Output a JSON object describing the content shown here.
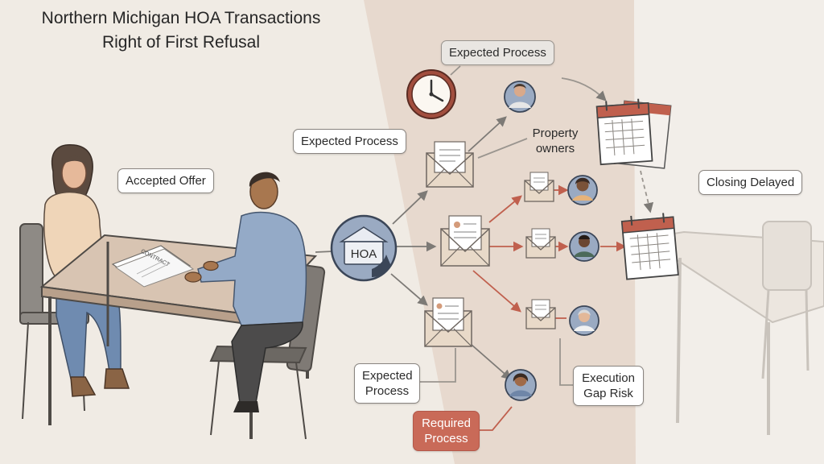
{
  "title": {
    "line1": "Northern Michigan HOA Transactions",
    "line2": "Right of First Refusal"
  },
  "labels": {
    "expected_process_top": "Expected Process",
    "expected_process_mid": "Expected Process",
    "expected_process_bottom_l1": "Expected",
    "expected_process_bottom_l2": "Process",
    "accepted_offer": "Accepted Offer",
    "property_owners_l1": "Property",
    "property_owners_l2": "owners",
    "closing_delayed": "Closing Delayed",
    "execution_gap_l1": "Execution",
    "execution_gap_l2": "Gap Risk",
    "required_process_l1": "Required",
    "required_process_l2": "Process"
  },
  "hoa": {
    "label": "HOA"
  },
  "contract": {
    "label": "CONTRACT"
  },
  "colors": {
    "background": "#f0ebe4",
    "center_band": "#e6d8cd",
    "accent_red": "#c0604e",
    "arrow_grey": "#7d7a76"
  }
}
